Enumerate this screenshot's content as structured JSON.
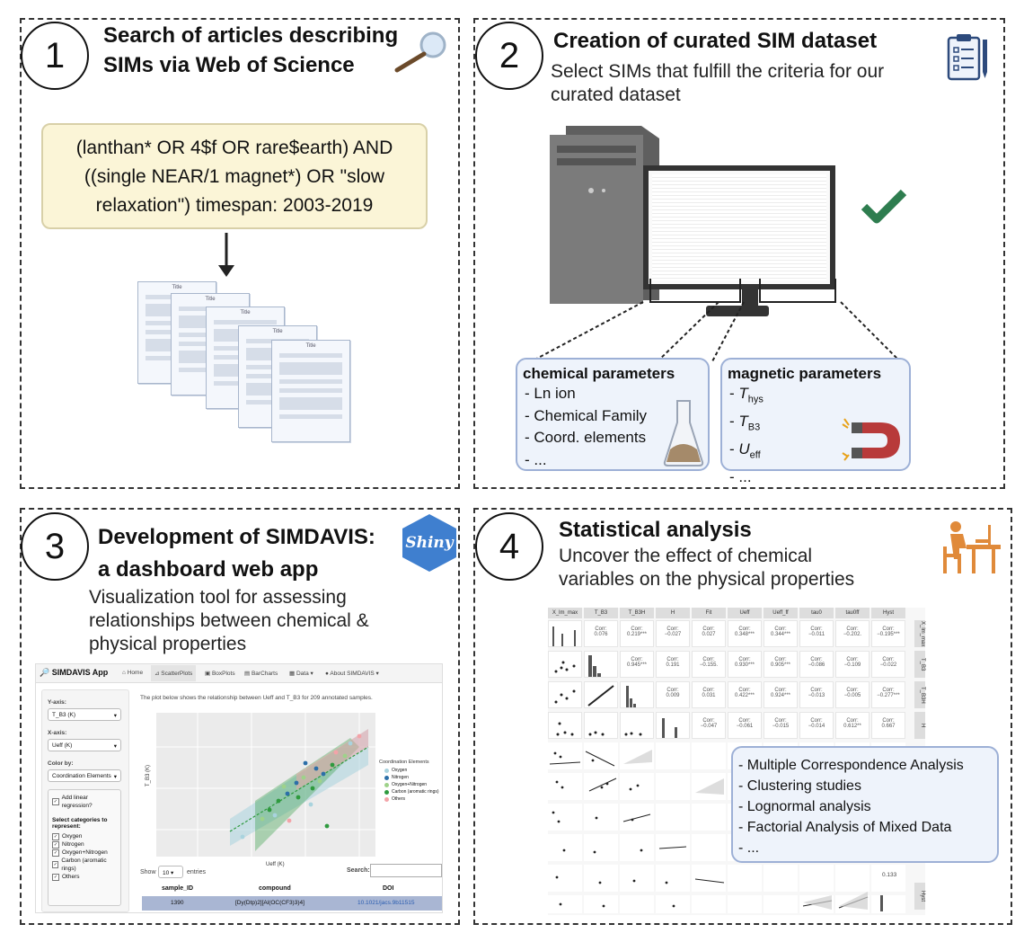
{
  "panel1": {
    "number": "1",
    "title_line1": "Search of articles describing",
    "title_line2": "SIMs via Web of Science",
    "query_line1": "(lanthan* OR 4$f OR rare$earth) AND",
    "query_line2": "((single NEAR/1 magnet*) OR \"slow",
    "query_line3": "relaxation\") timespan: 2003-2019",
    "doc_title": "Title"
  },
  "panel2": {
    "number": "2",
    "title": "Creation of curated SIM dataset",
    "subtitle_line1": "Select SIMs that fulfill the criteria for our",
    "subtitle_line2": "curated dataset",
    "chemical": {
      "heading": "chemical parameters",
      "items": [
        "- Ln ion",
        "- Chemical Family",
        "- Coord. elements",
        "- ..."
      ]
    },
    "magnetic": {
      "heading": "magnetic parameters",
      "items": [
        {
          "prefix": "- ",
          "sym": "T",
          "sub": "hys"
        },
        {
          "prefix": "- ",
          "sym": "T",
          "sub": "B3"
        },
        {
          "prefix": "-  ",
          "sym": "U",
          "sub": "eff"
        },
        {
          "prefix": "- ...",
          "sym": "",
          "sub": ""
        }
      ]
    },
    "check_color": "#2e7d4f"
  },
  "panel3": {
    "number": "3",
    "title_line1": "Development of SIMDAVIS:",
    "title_line2": "a dashboard web app",
    "subtitle_line1": "Visualization tool for assessing",
    "subtitle_line2": "relationships between chemical  &",
    "subtitle_line3": "physical properties",
    "badge": "Shiny",
    "app": {
      "name": "SIMDAVIS App",
      "nav": [
        "Home",
        "ScatterPlots",
        "BoxPlots",
        "BarCharts",
        "Data ▾",
        "About SIMDAVIS ▾"
      ],
      "yaxis_label": "Y-axis:",
      "yaxis_value": "T_B3 (K)",
      "xaxis_label": "X-axis:",
      "xaxis_value": "Ueff (K)",
      "color_label": "Color by:",
      "color_value": "Coordination Elements",
      "regression_label": "Add linear regression?",
      "categories_label": "Select categories to represent:",
      "categories": [
        "Oxygen",
        "Nitrogen",
        "Oxygen+Nitrogen",
        "Carbon (aromatic rings)",
        "Others"
      ],
      "description": "The plot below shows the relationship between Ueff and T_B3 for 209 annotated samples.",
      "legend_title": "Coordination Elements",
      "legend": [
        {
          "name": "Oxygen",
          "color": "#a9d3de"
        },
        {
          "name": "Nitrogen",
          "color": "#2c6fa8"
        },
        {
          "name": "Oxygen+Nitrogen",
          "color": "#9ed28a"
        },
        {
          "name": "Carbon (aromatic rings)",
          "color": "#2e9a3e"
        },
        {
          "name": "Others",
          "color": "#f3a3a8"
        }
      ],
      "x_axis_title": "Ueff (K)",
      "y_axis_title": "T_B3 (K)",
      "show_label": "Show",
      "show_value": "10",
      "entries_label": "entries",
      "search_label": "Search:",
      "table_headers": [
        "sample_ID",
        "compound",
        "DOI"
      ],
      "table_row": [
        "1390",
        "[Dy(Dtp)2][Al(OC(CF3)3)4]",
        "10.1021/jacs.9b11515"
      ]
    }
  },
  "panel4": {
    "number": "4",
    "title": "Statistical analysis",
    "subtitle_line1": "Uncover the effect of chemical",
    "subtitle_line2": "variables on the physical properties",
    "matrix_headers": [
      "X_lm_max",
      "T_B3",
      "T_B3H",
      "H",
      "Fit",
      "Ueff",
      "Ueff_ff",
      "tau0",
      "tau0ff",
      "Hyst"
    ],
    "row1_corr": [
      "Corr:\n0.076",
      "Corr:\n0.219***",
      "Corr:\n−0.027",
      "Corr:\n0.027",
      "Corr:\n0.348***",
      "Corr:\n0.344***",
      "Corr:\n−0.011",
      "Corr:\n−0.202.",
      "Corr:\n−0.195***"
    ],
    "row2_corr": [
      "Corr:\n0.945***",
      "Corr:\n0.191",
      "Corr:\n−0.155.",
      "Corr:\n0.930***",
      "Corr:\n0.905***",
      "Corr:\n−0.086",
      "Corr:\n−0.109",
      "Corr:\n−0.022"
    ],
    "row3_corr": [
      "Corr:\n0.009",
      "Corr:\n0.031",
      "Corr:\n0.422***",
      "Corr:\n0.924***",
      "Corr:\n−0.013",
      "Corr:\n−0.005",
      "Corr:\n−0.277***"
    ],
    "row4_corr": [
      "Corr:\n−0.047",
      "Corr:\n−0.061",
      "Corr:\n−0.015",
      "Corr:\n−0.014",
      "Corr:\n0.612**",
      "Corr:\n0.667"
    ],
    "row9_corr": "0.133",
    "methods": [
      "- Multiple Correspondence Analysis",
      "- Clustering studies",
      "- Lognormal analysis",
      "- Factorial Analysis of Mixed Data",
      "- ..."
    ]
  }
}
